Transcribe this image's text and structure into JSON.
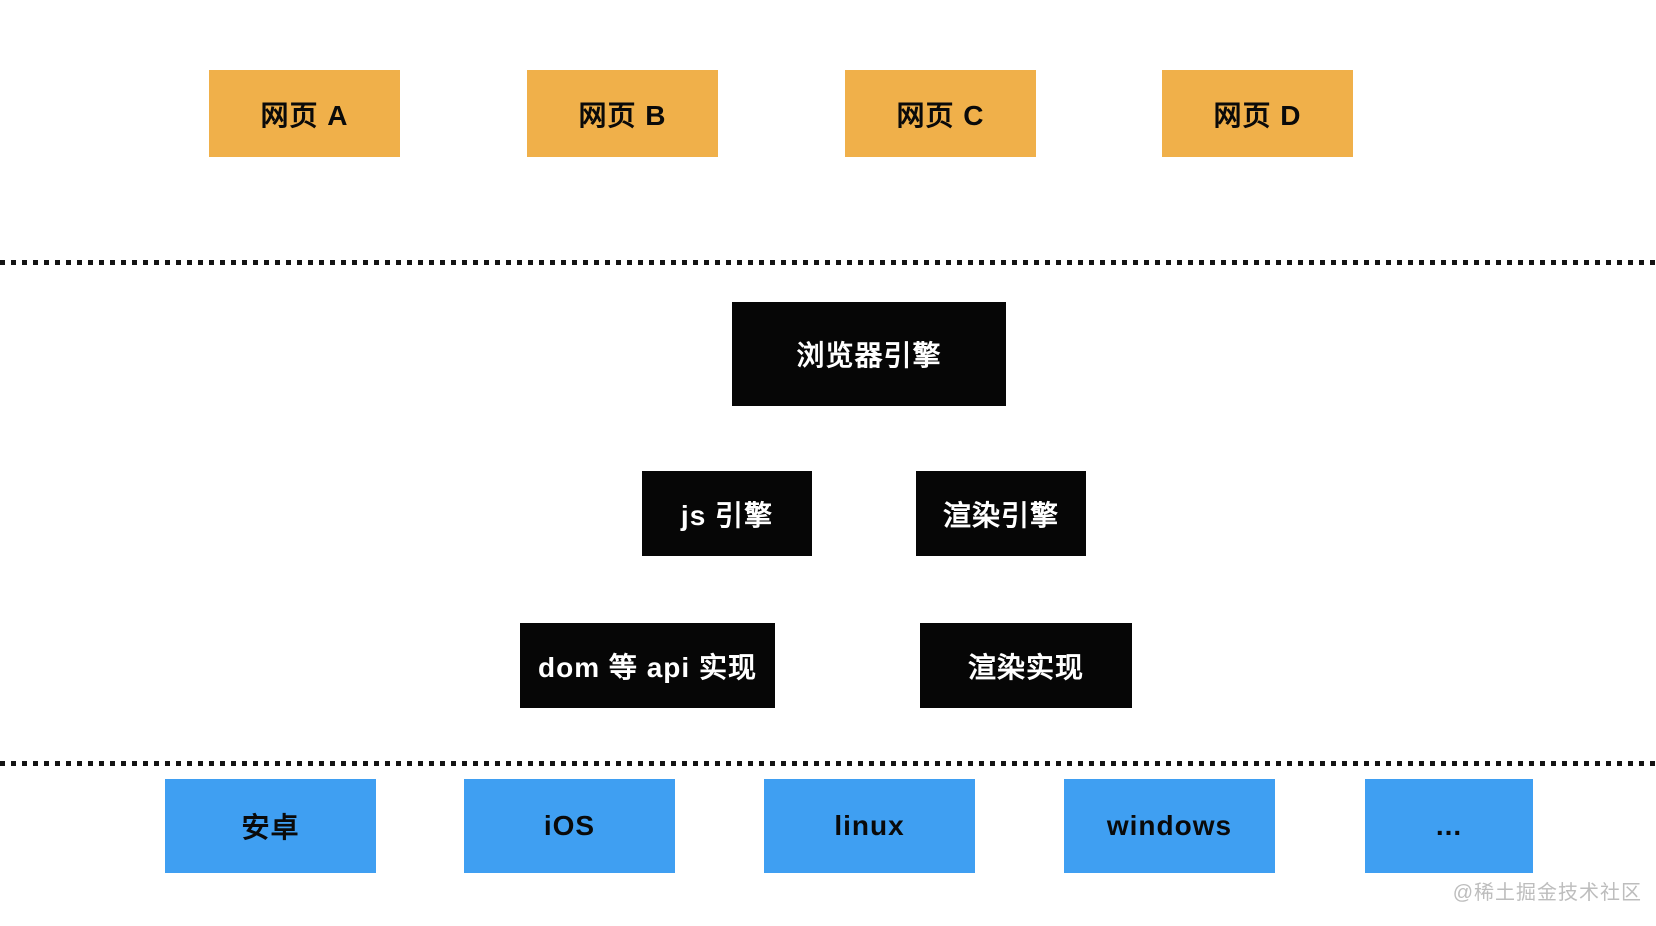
{
  "colors": {
    "webpage_box": "#F0B04A",
    "engine_box": "#060606",
    "os_box": "#3F9FF2",
    "separator_dot": "#141414",
    "watermark_text": "#BDBDBD"
  },
  "webpages": [
    {
      "label": "网页 A"
    },
    {
      "label": "网页 B"
    },
    {
      "label": "网页 C"
    },
    {
      "label": "网页 D"
    }
  ],
  "browser_engine": {
    "label": "浏览器引擎"
  },
  "engines": [
    {
      "label": "js 引擎"
    },
    {
      "label": "渲染引擎"
    }
  ],
  "implementations": [
    {
      "label": "dom 等 api 实现"
    },
    {
      "label": "渲染实现"
    }
  ],
  "platforms": [
    {
      "label": "安卓"
    },
    {
      "label": "iOS"
    },
    {
      "label": "linux"
    },
    {
      "label": "windows"
    },
    {
      "label": "..."
    }
  ],
  "watermark": "@稀土掘金技术社区"
}
